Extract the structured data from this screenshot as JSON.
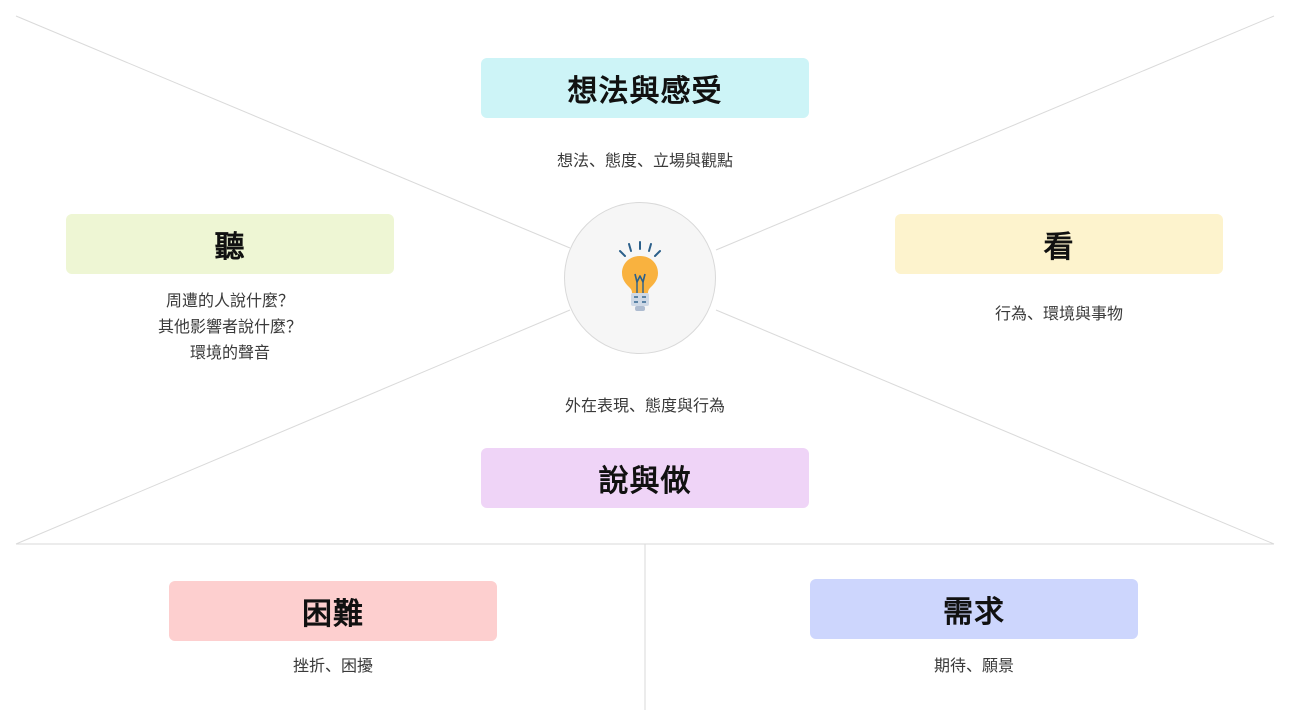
{
  "sections": {
    "think_feel": {
      "title": "想法與感受",
      "description": "想法、態度、立場與觀點",
      "color": "#cdf4f7"
    },
    "hear": {
      "title": "聽",
      "lines": [
        "周遭的人說什麼？",
        "其他影響者說什麼？",
        "環境的聲音"
      ],
      "color": "#eef6d4"
    },
    "see": {
      "title": "看",
      "description": "行為、環境與事物",
      "color": "#fdf3cd"
    },
    "say_do": {
      "title": "說與做",
      "description": "外在表現、態度與行為",
      "color": "#efd4f7"
    },
    "pains": {
      "title": "困難",
      "description": "挫折、困擾",
      "color": "#fdcfcf"
    },
    "gains": {
      "title": "需求",
      "description": "期待、願景",
      "color": "#cdd6fd"
    }
  },
  "center": {
    "icon": "lightbulb-icon",
    "bulb_color": "#f9b23f"
  }
}
